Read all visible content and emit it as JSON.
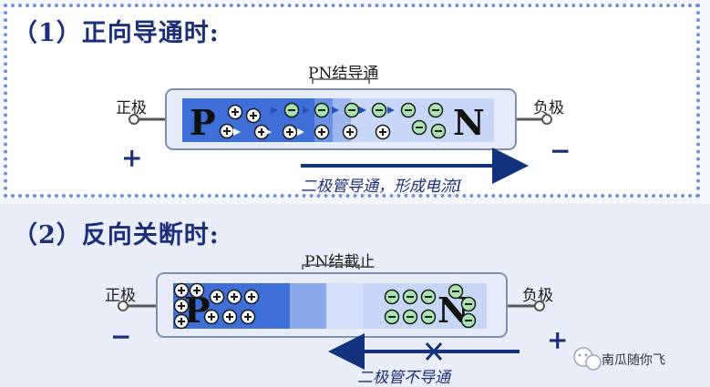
{
  "forward": {
    "heading": "（1）正向导通时:",
    "junction_label": "PN结导通",
    "anode_label": "正极",
    "cathode_label": "负极",
    "left_sign": "+",
    "right_sign": "−",
    "p_letter": "P",
    "n_letter": "N",
    "arrow_caption": "二极管导通，形成电流I"
  },
  "reverse": {
    "heading": "（2）反向关断时:",
    "junction_label": "PN结截止",
    "anode_label": "正极",
    "cathode_label": "负极",
    "left_sign": "−",
    "right_sign": "+",
    "p_letter": "P",
    "n_letter": "N",
    "arrow_caption": "二极管不导通"
  },
  "watermark": "南瓜随你飞",
  "colors": {
    "p_region": "#3d6fd6",
    "n_region": "#c7d7f7",
    "heading": "#1c2f7a",
    "arrow": "#12327e",
    "hole": "#ffffff",
    "electron": "#a8e6b0"
  },
  "icons": [
    "hole-plus-icon",
    "electron-minus-icon",
    "wechat-icon",
    "block-x-icon"
  ]
}
